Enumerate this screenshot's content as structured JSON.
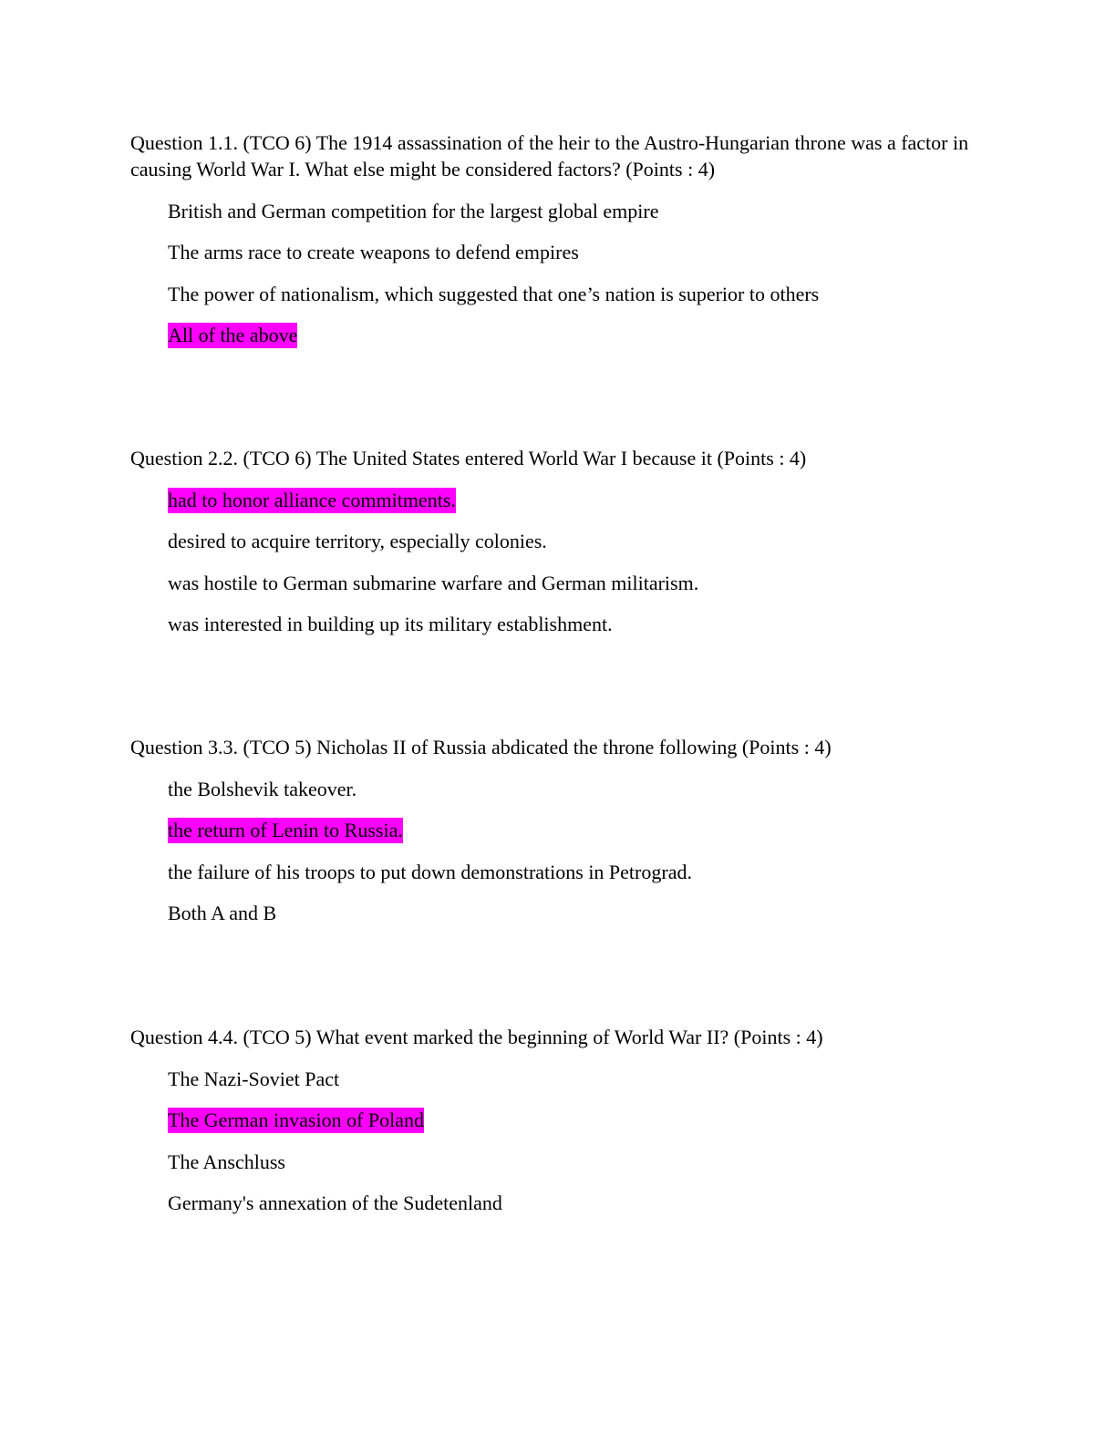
{
  "colors": {
    "highlight": "#ff00ff",
    "text": "#000000",
    "background": "#ffffff"
  },
  "questions": [
    {
      "text": "Question 1.1. (TCO 6) The 1914 assassination of the heir to the Austro-Hungarian throne was a factor in causing World War I.  What else might be considered factors? (Points : 4)",
      "options": [
        {
          "text": "British and German competition for the largest global empire",
          "highlighted": false
        },
        {
          "text": "The arms race to create weapons to defend empires",
          "highlighted": false
        },
        {
          "text": "The power of nationalism, which suggested that one’s nation is superior to others",
          "highlighted": false
        },
        {
          "text": "All of the above",
          "highlighted": true
        }
      ]
    },
    {
      "text": "Question 2.2. (TCO 6) The United States entered World War I because it (Points : 4)",
      "options": [
        {
          "text": "had to honor alliance commitments.",
          "highlighted": true
        },
        {
          "text": "desired to acquire territory, especially colonies.",
          "highlighted": false
        },
        {
          "text": "was hostile to German submarine warfare and German militarism.",
          "highlighted": false
        },
        {
          "text": "was interested in building up its military establishment.",
          "highlighted": false
        }
      ]
    },
    {
      "text": "Question 3.3. (TCO 5) Nicholas II of Russia abdicated the throne following (Points : 4)",
      "options": [
        {
          "text": "the Bolshevik takeover.",
          "highlighted": false
        },
        {
          "text": "the return of Lenin to Russia.",
          "highlighted": true
        },
        {
          "text": "the failure of his troops to put down demonstrations in Petrograd.",
          "highlighted": false
        },
        {
          "text": "Both A and B",
          "highlighted": false
        }
      ]
    },
    {
      "text": "Question 4.4. (TCO 5) What event marked the beginning of World War II? (Points : 4)",
      "options": [
        {
          "text": "The Nazi-Soviet Pact",
          "highlighted": false
        },
        {
          "text": "The German invasion of Poland",
          "highlighted": true
        },
        {
          "text": "The Anschluss",
          "highlighted": false
        },
        {
          "text": "Germany's annexation of the Sudetenland",
          "highlighted": false
        }
      ]
    }
  ]
}
